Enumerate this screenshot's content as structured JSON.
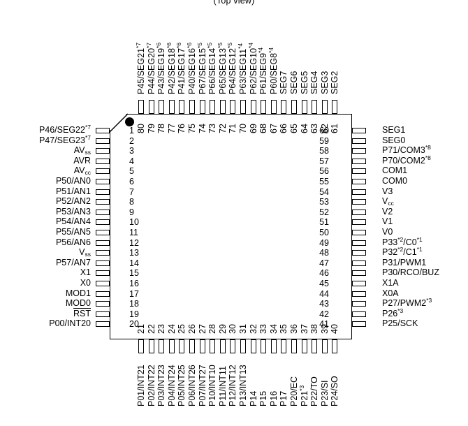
{
  "title": "(Top view)",
  "package": {
    "pin_count": 80,
    "pin1_marker": "filled-circle",
    "orientation": "top-view"
  },
  "pins": {
    "left": [
      {
        "num": "1",
        "label": "P46/SEG22*7"
      },
      {
        "num": "2",
        "label": "P47/SEG23*7"
      },
      {
        "num": "3",
        "label": "AVss"
      },
      {
        "num": "4",
        "label": "AVR"
      },
      {
        "num": "5",
        "label": "AVcc"
      },
      {
        "num": "6",
        "label": "P50/AN0"
      },
      {
        "num": "7",
        "label": "P51/AN1"
      },
      {
        "num": "8",
        "label": "P52/AN2"
      },
      {
        "num": "9",
        "label": "P53/AN3"
      },
      {
        "num": "10",
        "label": "P54/AN4"
      },
      {
        "num": "11",
        "label": "P55/AN5"
      },
      {
        "num": "12",
        "label": "P56/AN6"
      },
      {
        "num": "13",
        "label": "Vss"
      },
      {
        "num": "14",
        "label": "P57/AN7"
      },
      {
        "num": "15",
        "label": "X1"
      },
      {
        "num": "16",
        "label": "X0"
      },
      {
        "num": "17",
        "label": "MOD1"
      },
      {
        "num": "18",
        "label": "MOD0"
      },
      {
        "num": "19",
        "label": "RST"
      },
      {
        "num": "20",
        "label": "P00/INT20"
      }
    ],
    "bottom": [
      {
        "num": "21",
        "label": "P01/INT21"
      },
      {
        "num": "22",
        "label": "P02/INT22"
      },
      {
        "num": "23",
        "label": "P03/INT23"
      },
      {
        "num": "24",
        "label": "P04/INT24"
      },
      {
        "num": "25",
        "label": "P05/INT25"
      },
      {
        "num": "26",
        "label": "P06/INT26"
      },
      {
        "num": "27",
        "label": "P07/INT27"
      },
      {
        "num": "28",
        "label": "P10/INT10"
      },
      {
        "num": "29",
        "label": "P11/INT11"
      },
      {
        "num": "30",
        "label": "P12/INT12"
      },
      {
        "num": "31",
        "label": "P13/INT13"
      },
      {
        "num": "32",
        "label": "P14"
      },
      {
        "num": "33",
        "label": "P15"
      },
      {
        "num": "34",
        "label": "P16"
      },
      {
        "num": "35",
        "label": "P17"
      },
      {
        "num": "36",
        "label": "P20/EC"
      },
      {
        "num": "37",
        "label": "P21*3"
      },
      {
        "num": "38",
        "label": "P22/TO"
      },
      {
        "num": "39",
        "label": "P23/SI"
      },
      {
        "num": "40",
        "label": "P24/SO"
      }
    ],
    "right": [
      {
        "num": "60",
        "label": "SEG1"
      },
      {
        "num": "59",
        "label": "SEG0"
      },
      {
        "num": "58",
        "label": "P71/COM3*8"
      },
      {
        "num": "57",
        "label": "P70/COM2*8"
      },
      {
        "num": "56",
        "label": "COM1"
      },
      {
        "num": "55",
        "label": "COM0"
      },
      {
        "num": "54",
        "label": "V3"
      },
      {
        "num": "53",
        "label": "Vcc"
      },
      {
        "num": "52",
        "label": "V2"
      },
      {
        "num": "51",
        "label": "V1"
      },
      {
        "num": "50",
        "label": "V0"
      },
      {
        "num": "49",
        "label": "P33*2/C0*1"
      },
      {
        "num": "48",
        "label": "P32*2/C1*1"
      },
      {
        "num": "47",
        "label": "P31/PWM1"
      },
      {
        "num": "46",
        "label": "P30/RCO/BUZ"
      },
      {
        "num": "45",
        "label": "X1A"
      },
      {
        "num": "44",
        "label": "X0A"
      },
      {
        "num": "43",
        "label": "P27/PWM2*3"
      },
      {
        "num": "42",
        "label": "P26*3"
      },
      {
        "num": "41",
        "label": "P25/SCK"
      }
    ],
    "top": [
      {
        "num": "80",
        "label": "P45/SEG21*7"
      },
      {
        "num": "79",
        "label": "P44/SEG20*7"
      },
      {
        "num": "78",
        "label": "P43/SEG19*6"
      },
      {
        "num": "77",
        "label": "P42/SEG18*6"
      },
      {
        "num": "76",
        "label": "P41/SEG17*6"
      },
      {
        "num": "75",
        "label": "P40/SEG16*6"
      },
      {
        "num": "74",
        "label": "P67/SEG15*5"
      },
      {
        "num": "73",
        "label": "P66/SEG14*5"
      },
      {
        "num": "72",
        "label": "P65/SEG13*5"
      },
      {
        "num": "71",
        "label": "P64/SEG12*5"
      },
      {
        "num": "70",
        "label": "P63/SEG11*4"
      },
      {
        "num": "69",
        "label": "P62/SEG10*4"
      },
      {
        "num": "68",
        "label": "P61/SEG9*4"
      },
      {
        "num": "67",
        "label": "P60/SEG8*4"
      },
      {
        "num": "66",
        "label": "SEG7"
      },
      {
        "num": "65",
        "label": "SEG6"
      },
      {
        "num": "64",
        "label": "SEG5"
      },
      {
        "num": "63",
        "label": "SEG4"
      },
      {
        "num": "62",
        "label": "SEG3"
      },
      {
        "num": "61",
        "label": "SEG2"
      }
    ]
  },
  "colors": {
    "ink": "#000000",
    "background": "#ffffff"
  }
}
